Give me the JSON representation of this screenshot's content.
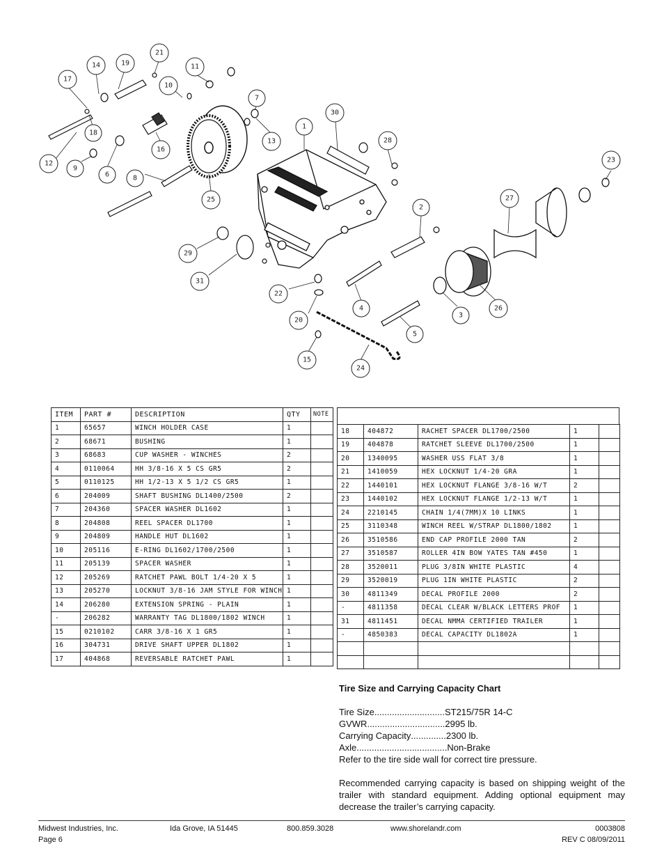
{
  "diagram": {
    "callouts": [
      "1",
      "2",
      "3",
      "4",
      "5",
      "6",
      "7",
      "8",
      "9",
      "10",
      "11",
      "12",
      "13",
      "14",
      "15",
      "16",
      "17",
      "18",
      "19",
      "20",
      "21",
      "22",
      "23",
      "24",
      "25",
      "26",
      "27",
      "28",
      "29",
      "30",
      "31"
    ]
  },
  "parts_table": {
    "headers": [
      "ITEM",
      "PART #",
      "DESCRIPTION",
      "QTY",
      "NOTE"
    ],
    "left_rows": [
      [
        "1",
        "65657",
        "WINCH HOLDER CASE",
        "1",
        ""
      ],
      [
        "2",
        "68671",
        "BUSHING",
        "1",
        ""
      ],
      [
        "3",
        "68683",
        "CUP WASHER - WINCHES",
        "2",
        ""
      ],
      [
        "4",
        "0110064",
        "HH 3/8-16 X 5 CS GR5",
        "2",
        ""
      ],
      [
        "5",
        "0110125",
        "HH 1/2-13 X 5 1/2 CS GR5",
        "1",
        ""
      ],
      [
        "6",
        "204009",
        "SHAFT BUSHING  DL1400/2500",
        "2",
        ""
      ],
      [
        "7",
        "204360",
        "SPACER WASHER  DL1602",
        "1",
        ""
      ],
      [
        "8",
        "204808",
        "REEL SPACER  DL1700",
        "1",
        ""
      ],
      [
        "9",
        "204809",
        "HANDLE HUT  DL1602",
        "1",
        ""
      ],
      [
        "10",
        "205116",
        "E-RING DL1602/1700/2500",
        "1",
        ""
      ],
      [
        "11",
        "205139",
        "SPACER WASHER",
        "1",
        ""
      ],
      [
        "12",
        "205269",
        "RATCHET PAWL BOLT 1/4-20 X 5",
        "1",
        ""
      ],
      [
        "13",
        "205270",
        "LOCKNUT 3/8-16 JAM STYLE FOR WINCH",
        "1",
        ""
      ],
      [
        "14",
        "206280",
        "EXTENSION SPRING - PLAIN",
        "1",
        ""
      ],
      [
        "-",
        "206282",
        "WARRANTY TAG DL1800/1802 WINCH",
        "1",
        ""
      ],
      [
        "15",
        "0210102",
        "CARR 3/8-16 X 1 GR5",
        "1",
        ""
      ],
      [
        "16",
        "304731",
        "DRIVE SHAFT UPPER  DL1802",
        "1",
        ""
      ],
      [
        "17",
        "404868",
        "REVERSABLE RATCHET PAWL",
        "1",
        ""
      ]
    ],
    "right_rows": [
      [
        "18",
        "404872",
        "RACHET SPACER  DL1700/2500",
        "1",
        ""
      ],
      [
        "19",
        "404878",
        "RATCHET SLEEVE  DL1700/2500",
        "1",
        ""
      ],
      [
        "20",
        "1340095",
        "WASHER USS FLAT 3/8",
        "1",
        ""
      ],
      [
        "21",
        "1410059",
        "HEX LOCKNUT 1/4-20 GRA",
        "1",
        ""
      ],
      [
        "22",
        "1440101",
        "HEX LOCKNUT FLANGE 3/8-16 W/T",
        "2",
        ""
      ],
      [
        "23",
        "1440102",
        "HEX LOCKNUT FLANGE 1/2-13 W/T",
        "1",
        ""
      ],
      [
        "24",
        "2210145",
        "CHAIN 1/4(7MM)X 10 LINKS",
        "1",
        ""
      ],
      [
        "25",
        "3110348",
        "WINCH REEL W/STRAP  DL1800/1802",
        "1",
        ""
      ],
      [
        "26",
        "3510586",
        "END CAP PROFILE 2000 TAN",
        "2",
        ""
      ],
      [
        "27",
        "3510587",
        "ROLLER 4IN BOW YATES TAN #450",
        "1",
        ""
      ],
      [
        "28",
        "3520011",
        "PLUG  3/8IN WHITE PLASTIC",
        "4",
        ""
      ],
      [
        "29",
        "3520019",
        "PLUG  1IN WHITE PLASTIC",
        "2",
        ""
      ],
      [
        "30",
        "4811349",
        "DECAL PROFILE 2000",
        "2",
        ""
      ],
      [
        "-",
        "4811358",
        "DECAL CLEAR W/BLACK LETTERS PROF",
        "1",
        ""
      ],
      [
        "31",
        "4811451",
        "DECAL NMMA CERTIFIED TRAILER",
        "1",
        ""
      ],
      [
        "-",
        "4850383",
        "DECAL CAPACITY DL1802A",
        "1",
        ""
      ],
      [
        "",
        "",
        "",
        "",
        ""
      ],
      [
        "",
        "",
        "",
        "",
        ""
      ]
    ]
  },
  "tire_chart": {
    "title": "Tire Size and Carrying Capacity Chart",
    "rows": [
      {
        "label": "Tire Size ",
        "dots": "............................",
        "value": "ST215/75R 14-C"
      },
      {
        "label": "GVWR ",
        "dots": "...............................",
        "value": "2995 lb."
      },
      {
        "label": "Carrying Capacity ",
        "dots": "..............",
        "value": "2300 lb."
      },
      {
        "label": "Axle",
        "dots": "....................................",
        "value": "Non-Brake"
      }
    ],
    "pressure_note": "Refer to the tire side wall for correct tire pressure.",
    "paragraph": "Recommended carrying capacity is based on shipping weight of the trailer with standard equipment. Adding optional equipment may decrease the trailer’s carrying capacity."
  },
  "footer": {
    "company": "Midwest Industries, Inc.",
    "page": "Page 6",
    "city": "Ida Grove, IA 51445",
    "phone": "800.859.3028",
    "website": "www.shorelandr.com",
    "doc_number": "0003808",
    "revision": "REV C  08/09/2011"
  }
}
